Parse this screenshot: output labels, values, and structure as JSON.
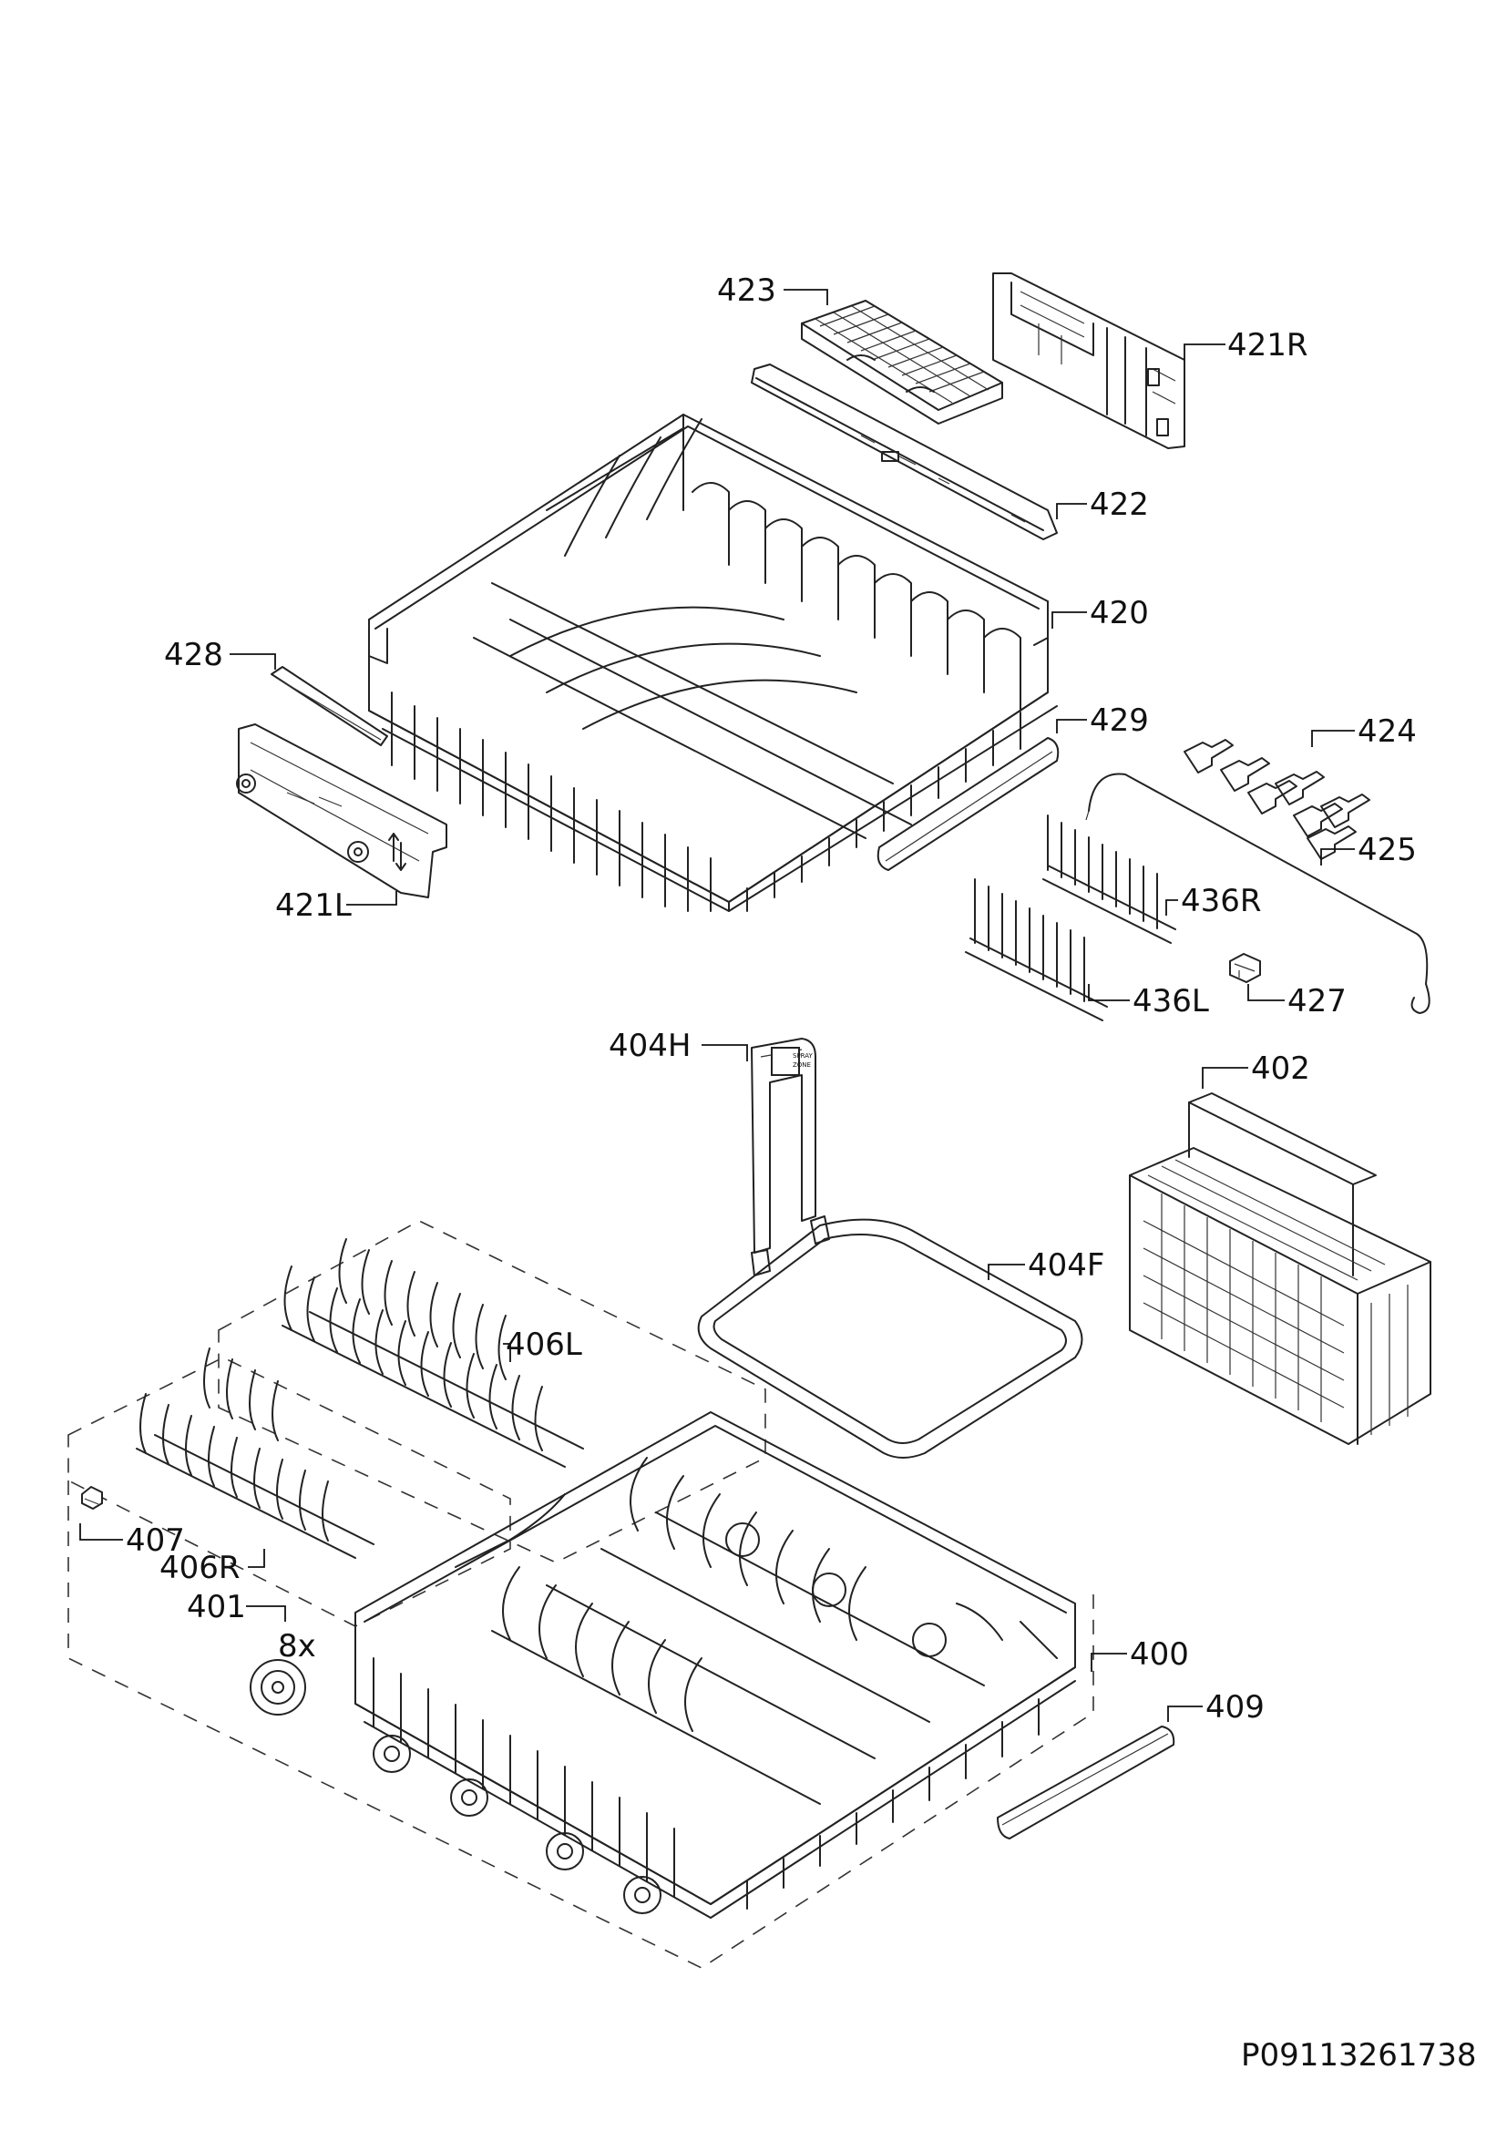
{
  "diagram": {
    "labels": {
      "l423": "423",
      "l421R": "421R",
      "l422": "422",
      "l420": "420",
      "l428": "428",
      "l429": "429",
      "l424": "424",
      "l425": "425",
      "l421L": "421L",
      "l436R": "436R",
      "l436L": "436L",
      "l427": "427",
      "l404H": "404H",
      "l402": "402",
      "l404F": "404F",
      "l406L": "406L",
      "l407": "407",
      "l406R": "406R",
      "l401": "401",
      "qty8x": "8x",
      "l400": "400",
      "l409": "409"
    },
    "sticker_text": [
      "SPRAY",
      "ZONE"
    ],
    "document_code": "P09113261738"
  }
}
